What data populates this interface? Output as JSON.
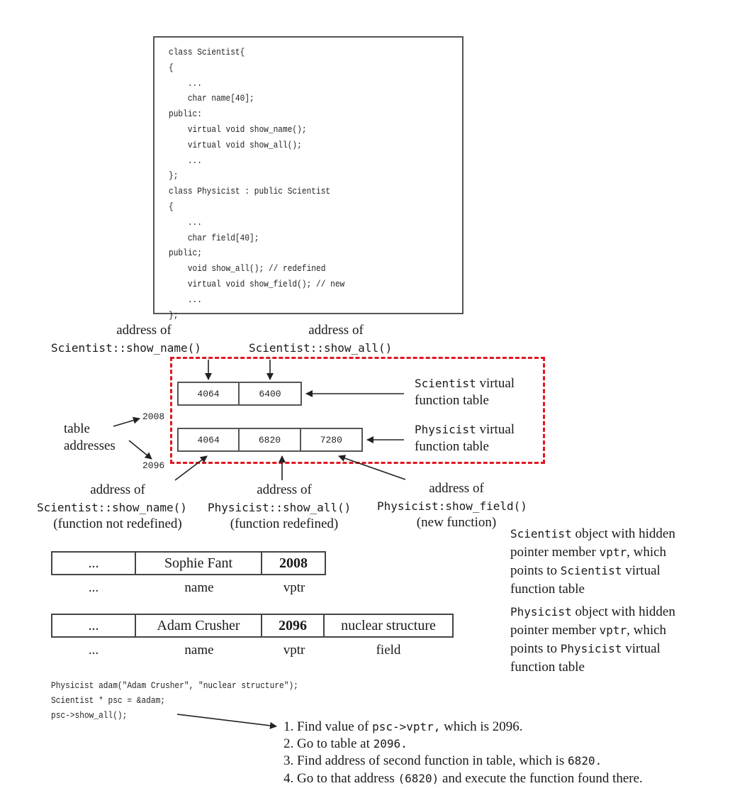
{
  "code_lines": [
    "class Scientist{",
    "{",
    "    ...",
    "    char name[40];",
    "public:",
    "    virtual void show_name();",
    "    virtual void show_all();",
    "    ...",
    "};",
    "class Physicist : public Scientist",
    "{",
    "    ...",
    "    char field[40];",
    "public;",
    "    void show_all(); // redefined",
    "    virtual void show_field(); // new",
    "    ...",
    "};"
  ],
  "top_labels": {
    "left": {
      "caption": "address of",
      "func": "Scientist::show_name()"
    },
    "right": {
      "caption": "address of",
      "func": "Scientist::show_all()"
    }
  },
  "scientist_vtable": {
    "cells": [
      "4064",
      "6400"
    ],
    "label_mono": "Scientist",
    "label_line1_rest": " virtual",
    "label_line2": "function table"
  },
  "physicist_vtable": {
    "cells": [
      "4064",
      "6820",
      "7280"
    ],
    "label_mono": "Physicist",
    "label_line1_rest": " virtual",
    "label_line2": "function table"
  },
  "table_addresses": {
    "label_line1": "table",
    "label_line2": "addresses",
    "addr1": "2008",
    "addr2": "2096"
  },
  "bottom_labels": [
    {
      "caption": "address of",
      "func": "Scientist::show_name()",
      "note": "(function not redefined)"
    },
    {
      "caption": "address of",
      "func": "Physicist::show_all()",
      "note": "(function redefined)"
    },
    {
      "caption": "address of",
      "func": "Physicist:show_field()",
      "note": "(new function)"
    }
  ],
  "scientist_object": {
    "cells": [
      "...",
      "Sophie Fant",
      "2008"
    ],
    "labels": [
      "...",
      "name",
      "vptr"
    ]
  },
  "physicist_object": {
    "cells": [
      "...",
      "Adam Crusher",
      "2096",
      "nuclear structure"
    ],
    "labels": [
      "...",
      "name",
      "vptr",
      "field"
    ]
  },
  "scientist_desc": {
    "l1_mono": "Scientist",
    "l1_rest": " object with hidden",
    "l2_pre": "pointer member ",
    "l2_mono": "vptr",
    "l2_post": ", which",
    "l3_pre": "points to ",
    "l3_mono": "Scientist",
    "l3_post": " virtual",
    "l4": "function table"
  },
  "physicist_desc": {
    "l1_mono": "Physicist",
    "l1_rest": " object with hidden",
    "l2_pre": "pointer member ",
    "l2_mono": "vptr",
    "l2_post": ", which",
    "l3_pre": "points to ",
    "l3_mono": "Physicist",
    "l3_post": " virtual",
    "l4": "function table"
  },
  "bottom_code": [
    "Physicist adam(\"Adam Crusher\", \"nuclear structure\");",
    "Scientist * psc = &adam;",
    "psc->show_all();"
  ],
  "steps": {
    "s1_pre": "1. Find value of ",
    "s1_mono": "psc->vptr,",
    "s1_post": " which is 2096.",
    "s2_pre": "2. Go to table at ",
    "s2_mono": "2096.",
    "s3_pre": "3. Find address of second function in table, which is ",
    "s3_mono": "6820.",
    "s4_pre": "4. Go to that address ",
    "s4_mono": "(6820)",
    "s4_post": " and execute the function found there."
  }
}
